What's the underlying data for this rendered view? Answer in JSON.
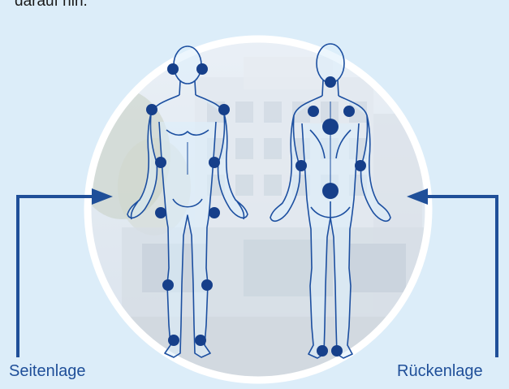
{
  "header": {
    "text": "darauf hin."
  },
  "labels": {
    "left": "Seitenlage",
    "right": "Rückenlage"
  },
  "colors": {
    "background": "#dcedf9",
    "accent": "#1f4f99",
    "dot": "#163f8a",
    "circle_fill": "#c9d9e8",
    "circle_border": "#ffffff"
  },
  "figures": {
    "front": "front-body-figure",
    "back": "back-body-figure"
  },
  "pressure_points": {
    "front": [
      "head-left",
      "head-right",
      "shoulder-left",
      "shoulder-right",
      "elbow-left",
      "elbow-right",
      "wrist-left",
      "wrist-right",
      "knee-left",
      "knee-right",
      "ankle-left",
      "ankle-right"
    ],
    "back": [
      "back-of-head",
      "shoulder-blade-left",
      "shoulder-blade-right",
      "spine-upper",
      "elbow-left",
      "elbow-right",
      "sacrum",
      "heel-left",
      "heel-right"
    ]
  }
}
